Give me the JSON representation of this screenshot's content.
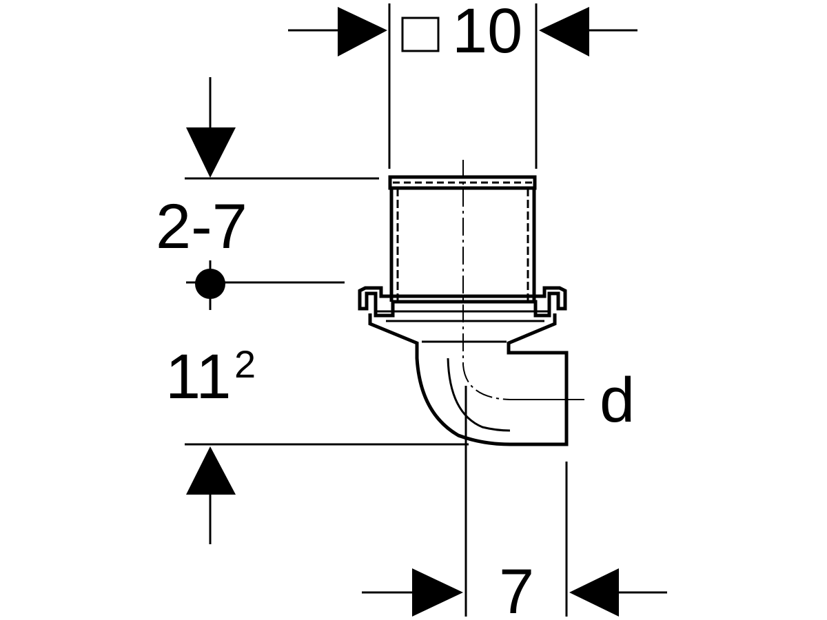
{
  "drawing": {
    "top_width_label": "10",
    "height_label": "2-7",
    "depth_label_base": "11",
    "depth_label_exponent": "2",
    "outlet_label": "d",
    "bottom_width_label": "7"
  },
  "colors": {
    "ink": "#000000",
    "background": "#ffffff"
  },
  "icons": {
    "square_symbol": "square-outline-icon",
    "reference_point": "filled-circle-icon"
  }
}
